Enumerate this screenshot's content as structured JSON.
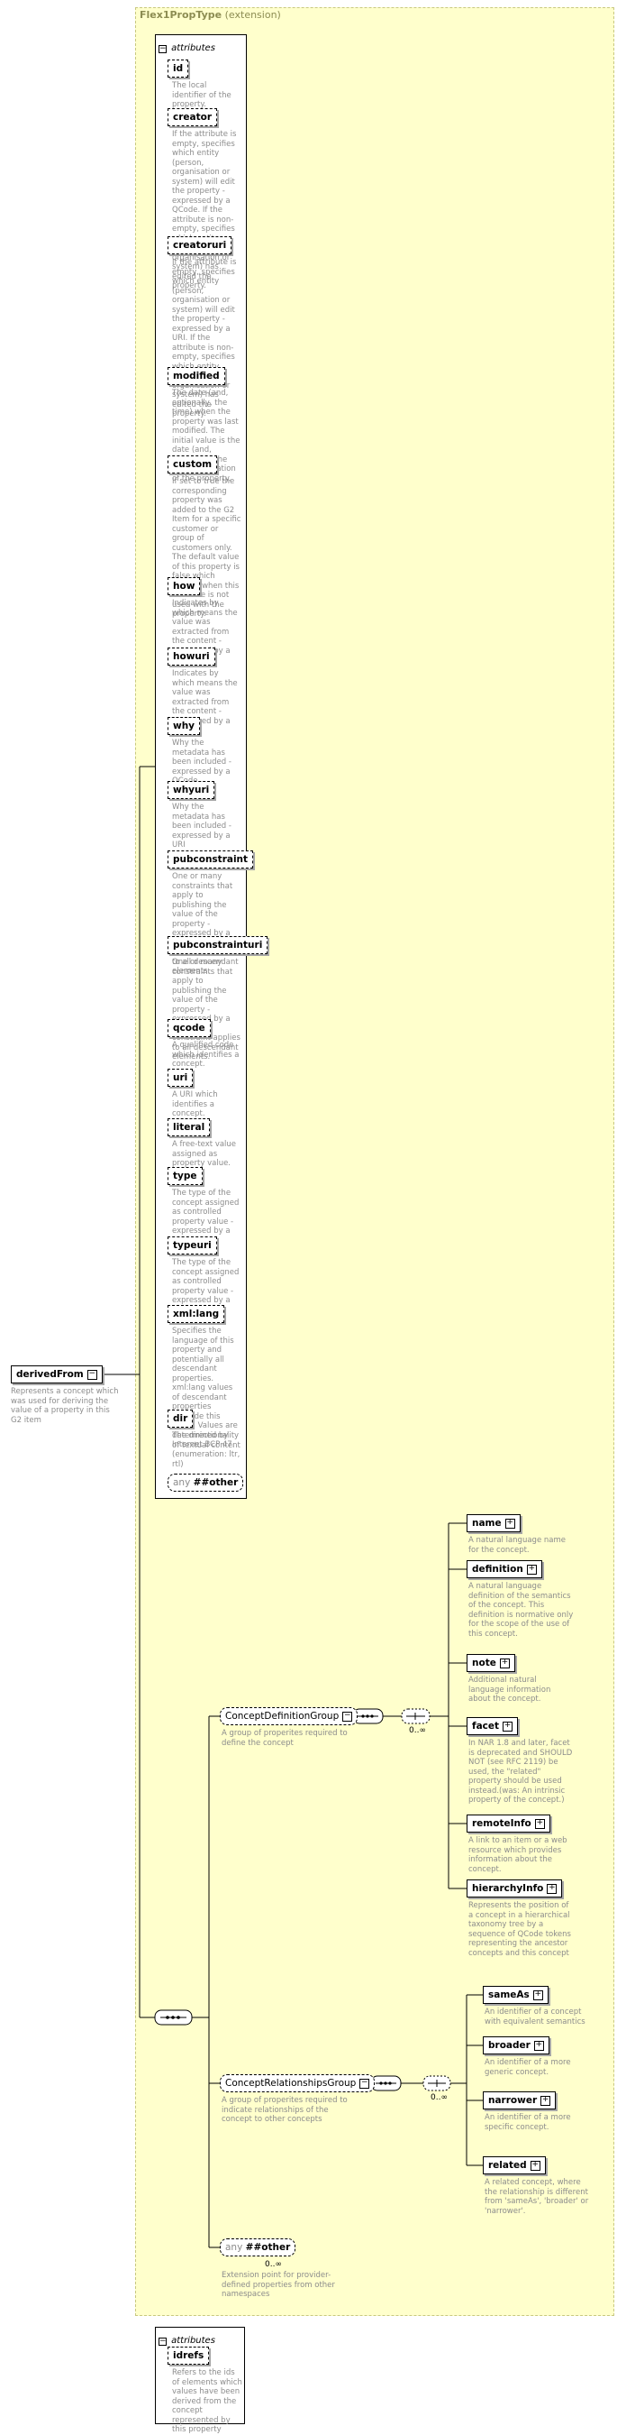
{
  "type_box": {
    "name": "Flex1PropType",
    "kind": "(extension)"
  },
  "root": {
    "name": "derivedFrom",
    "desc": "Represents a concept which was used for deriving the value of a property in this G2 item"
  },
  "attributes_panel": {
    "title": "attributes",
    "items": [
      {
        "name": "id",
        "desc": "The local identifier of the property."
      },
      {
        "name": "creator",
        "desc": "If the attribute is empty, specifies which entity (person, organisation or system) will edit the property - expressed by a QCode. If the attribute is non-empty, specifies which entity (person, organisation or system) has edited the property."
      },
      {
        "name": "creatoruri",
        "desc": "If the attribute is empty, specifies which entity (person, organisation or system) will edit the property - expressed by a URI. If the attribute is non-empty, specifies which entity (person, organisation or system) has edited the property."
      },
      {
        "name": "modified",
        "desc": "The date (and, optionally, the time) when the property was last modified. The initial value is the date (and, optionally, the time) of creation of the property."
      },
      {
        "name": "custom",
        "desc": "If set to true the corresponding property was added to the G2 Item for a specific customer or group of customers only. The default value of this property is false which applies when this attribute is not used with the property."
      },
      {
        "name": "how",
        "desc": "Indicates by which means the value was extracted from the content - expressed by a QCode"
      },
      {
        "name": "howuri",
        "desc": "Indicates by which means the value was extracted from the content - expressed by a URI"
      },
      {
        "name": "why",
        "desc": "Why the metadata has been included - expressed by a QCode"
      },
      {
        "name": "whyuri",
        "desc": "Why the metadata has been included - expressed by a URI"
      },
      {
        "name": "pubconstraint",
        "desc": "One or many constraints that apply to publishing the value of the property - expressed by a QCode. Each constraint applies to all descendant elements."
      },
      {
        "name": "pubconstrainturi",
        "desc": "One or many constraints that apply to publishing the value of the property - expressed by a URI. Each constraint applies to all descendant elements."
      },
      {
        "name": "qcode",
        "desc": "A qualified code which identifies a concept."
      },
      {
        "name": "uri",
        "desc": "A URI which identifies a concept."
      },
      {
        "name": "literal",
        "desc": "A free-text value assigned as property value."
      },
      {
        "name": "type",
        "desc": "The type of the concept assigned as controlled property value - expressed by a QCode"
      },
      {
        "name": "typeuri",
        "desc": "The type of the concept assigned as controlled property value - expressed by a URI"
      },
      {
        "name": "xml:lang",
        "desc": "Specifies the language of this property and potentially all descendant properties. xml:lang values of descendant properties override this value. Values are determined by Internet BCP 47."
      },
      {
        "name": "dir",
        "desc": "The directionality of textual content (enumeration: ltr, rtl)"
      }
    ],
    "any_kw": "any",
    "any_ns": "##other"
  },
  "concept_def_group": {
    "name": "ConceptDefinitionGroup",
    "desc": "A group of properites required to define the concept",
    "card": "0..∞"
  },
  "def_elements": [
    {
      "name": "name",
      "desc": "A natural language name for the concept."
    },
    {
      "name": "definition",
      "desc": "A natural language definition of the semantics of the concept. This definition is normative only for the scope of the use of this concept."
    },
    {
      "name": "note",
      "desc": "Additional natural language information about the concept."
    },
    {
      "name": "facet",
      "desc": "In NAR 1.8 and later, facet is deprecated and SHOULD NOT (see RFC 2119) be used, the \"related\" property should be used instead.(was: An intrinsic property of the concept.)"
    },
    {
      "name": "remoteInfo",
      "desc": "A link to an item or a web resource which provides information about the concept."
    },
    {
      "name": "hierarchyInfo",
      "desc": "Represents the position of a concept in a hierarchical taxonomy tree by a sequence of QCode tokens representing the ancestor concepts and this concept"
    }
  ],
  "concept_rel_group": {
    "name": "ConceptRelationshipsGroup",
    "desc": "A group of properites required to indicate relationships of the concept to other concepts",
    "card": "0..∞"
  },
  "rel_elements": [
    {
      "name": "sameAs",
      "desc": "An identifier of a concept with equivalent semantics"
    },
    {
      "name": "broader",
      "desc": "An identifier of a more generic concept."
    },
    {
      "name": "narrower",
      "desc": "An identifier of a more specific concept."
    },
    {
      "name": "related",
      "desc": "A related concept, where the relationship is different from 'sameAs', 'broader' or 'narrower'."
    }
  ],
  "any_other": {
    "kw": "any",
    "ns": "##other",
    "card": "0..∞",
    "desc": "Extension point for provider-defined properties from other namespaces"
  },
  "bottom_attributes": {
    "title": "attributes",
    "items": [
      {
        "name": "idrefs",
        "desc": "Refers to the ids of elements which values have been derived from the concept represented by this property"
      }
    ]
  }
}
